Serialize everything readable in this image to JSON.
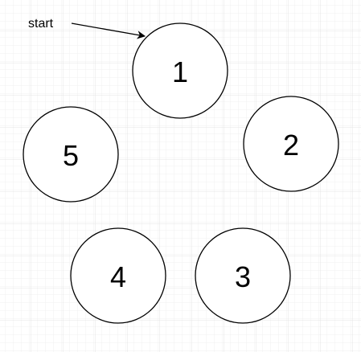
{
  "diagram": {
    "start_label": "start",
    "nodes": [
      {
        "id": "node-1",
        "label": "1"
      },
      {
        "id": "node-2",
        "label": "2"
      },
      {
        "id": "node-3",
        "label": "3"
      },
      {
        "id": "node-4",
        "label": "4"
      },
      {
        "id": "node-5",
        "label": "5"
      }
    ],
    "colors": {
      "grid_minor": "#f0f0f0",
      "grid_major": "#e4e4e4",
      "stroke": "#000000",
      "fill": "#ffffff"
    }
  }
}
